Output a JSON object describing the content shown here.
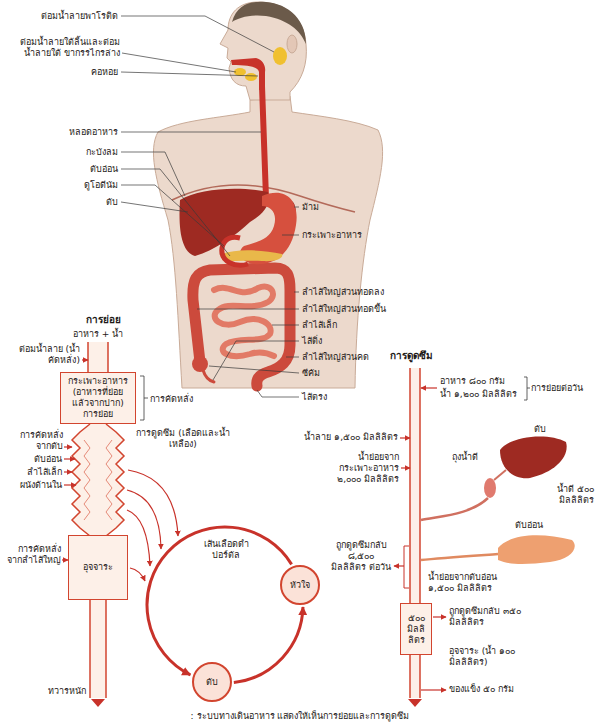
{
  "diagram": {
    "caption": ": ระบบทางเดินอาหาร แสดงให้เห็นการย่อยและการดูดซึม",
    "nodes": [
      {
        "text": [
          "กระเพาะอาหาร (อาหารที่ย่อย แล้วจากปาก)",
          "การย่อย"
        ]
      },
      {
        "text": [
          "อุจจาระ"
        ]
      },
      {
        "text": [
          "หัวใจ"
        ]
      },
      {
        "text": [
          "ตับ"
        ]
      },
      {
        "text": [
          "๕๐๐ มิลลิ ลิตร"
        ]
      }
    ],
    "edges": [
      {
        "from": 3,
        "to": 2,
        "arrow": "to"
      },
      {
        "from": 2,
        "to": 3,
        "arrow": "to"
      }
    ],
    "labels": [
      "ต่อมน้ำลายพาโรติด",
      "ต่อมน้ำลายใต้ลิ้นและต่อมน้ำลายใต้ ขากรรไกรล่าง",
      "คอหอย",
      "หลอดอาหาร",
      "กะบังลม",
      "ตับอ่อน",
      "ดูโอดีนัม",
      "ตับ",
      "ม้าม",
      "กระเพาะอาหาร",
      "ลำไส้ใหญ่ส่วนทอดลง",
      "ลำไส้ใหญ่ส่วนทอดขึ้น",
      "ลำไส้เล็ก",
      "ไส้ติ่ง",
      "ลำไส้ใหญ่ส่วนคด",
      "ซีคัม",
      "ไส้ตรง",
      "การย่อย",
      "อาหาร + น้ำ",
      "ต่อมน้ำลาย (น้ำคัดหลั่ง)",
      "การคัดหลั่ง",
      "การคัดหลั่ง จากตับ",
      "ตับอ่อน",
      "ลำไส้เล็ก",
      "ผนังด้านใน",
      "การดูดซึม (เลือดและน้ำเหลือง)",
      "เส้นเลือดดำ ปอร์ตัล",
      "การคัดหลั่ง จากลำไส้ใหญ่",
      "ทวารหนัก",
      "การดูดซึม",
      "อาหาร ๘๐๐ กรัม",
      "น้ำ ๑,๒๐๐ มิลลิลิตร",
      "การย่อยต่อวัน",
      "น้ำลาย ๑,๕๐๐ มิลลิลิตร",
      "น้ำย่อยจาก กระเพาะอาหาร ๒,๐๐๐ มิลลิลิตร",
      "ถุงน้ำดี",
      "ตับ",
      "น้ำดี ๕๐๐ มิลลิลิตร",
      "ตับอ่อน",
      "ถูกดูดซึมกลับ ๘,๕๐๐ มิลลิลิตร ต่อวัน",
      "น้ำย่อยจากตับอ่อน ๑,๕๐๐ มิลลิลิตร",
      "ถูกดูดซึมกลับ ๓๕๐ มิลลิลิตร",
      "อุจจาระ (น้ำ ๑๐๐ มิลลิลิตร)",
      "ของแข็ง ๕๐ กรัม"
    ]
  }
}
